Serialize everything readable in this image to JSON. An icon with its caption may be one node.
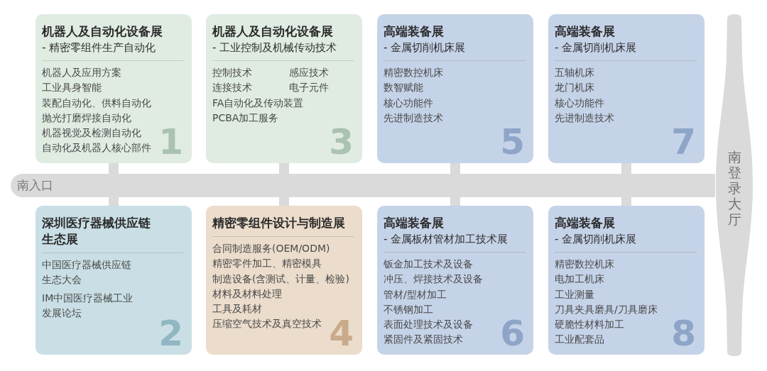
{
  "diagram": {
    "nodes": [
      {
        "text": [
          "机器人及自动化设备展",
          "- 精密零组件生产自动化",
          "机器人及应用方案",
          "工业具身智能",
          "装配自动化、供料自动化",
          "抛光打磨焊接自动化",
          "机器视觉及检测自动化",
          "自动化及机器人核心部件",
          "1"
        ]
      },
      {
        "text": [
          "机器人及自动化设备展",
          "- 工业控制及机械传动技术",
          "控制技术",
          "感应技术",
          "连接技术",
          "电子元件",
          "FA自动化及传动装置",
          "PCBA加工服务",
          "3"
        ]
      },
      {
        "text": [
          "高端装备展",
          "- 金属切削机床展",
          "精密数控机床",
          "数智赋能",
          "核心功能件",
          "先进制造技术",
          "5"
        ]
      },
      {
        "text": [
          "高端装备展",
          "- 金属切削机床展",
          "五轴机床",
          "龙门机床",
          "核心功能件",
          "先进制造技术",
          "7"
        ]
      },
      {
        "text": [
          "深圳医疗器械供应链生态展",
          "中国医疗器械供应链生态大会",
          "IM中国医疗器械工业发展论坛",
          "2"
        ]
      },
      {
        "text": [
          "精密零组件设计与制造展",
          "合同制造服务(OEM/ODM)",
          "精密零件加工、精密模具",
          "制造设备(含测试、计量、检验)",
          "材料及材料处理",
          "工具及耗材",
          "压缩空气技术及真空技术",
          "4"
        ]
      },
      {
        "text": [
          "高端装备展",
          "- 金属板材管材加工技术展",
          "钣金加工技术及设备",
          "冲压、焊接技术及设备",
          "管材/型材加工",
          "不锈钢加工",
          "表面处理技术及设备",
          "紧固件及紧固技术",
          "6"
        ]
      },
      {
        "text": [
          "高端装备展",
          "- 金属切削机床展",
          "精密数控机床",
          "电加工机床",
          "工业测量",
          "刀具夹具磨具/刀具磨床",
          "硬脆性材料加工",
          "工业配套品",
          "8"
        ]
      },
      {
        "text": [
          "南入口"
        ]
      },
      {
        "text": [
          "南登录大厅"
        ]
      }
    ],
    "edges": [
      {
        "from": 8,
        "to": 0,
        "arrow": "none"
      },
      {
        "from": 8,
        "to": 1,
        "arrow": "none"
      },
      {
        "from": 8,
        "to": 2,
        "arrow": "none"
      },
      {
        "from": 8,
        "to": 3,
        "arrow": "none"
      },
      {
        "from": 8,
        "to": 4,
        "arrow": "none"
      },
      {
        "from": 8,
        "to": 5,
        "arrow": "none"
      },
      {
        "from": 8,
        "to": 6,
        "arrow": "none"
      },
      {
        "from": 8,
        "to": 7,
        "arrow": "none"
      }
    ]
  }
}
